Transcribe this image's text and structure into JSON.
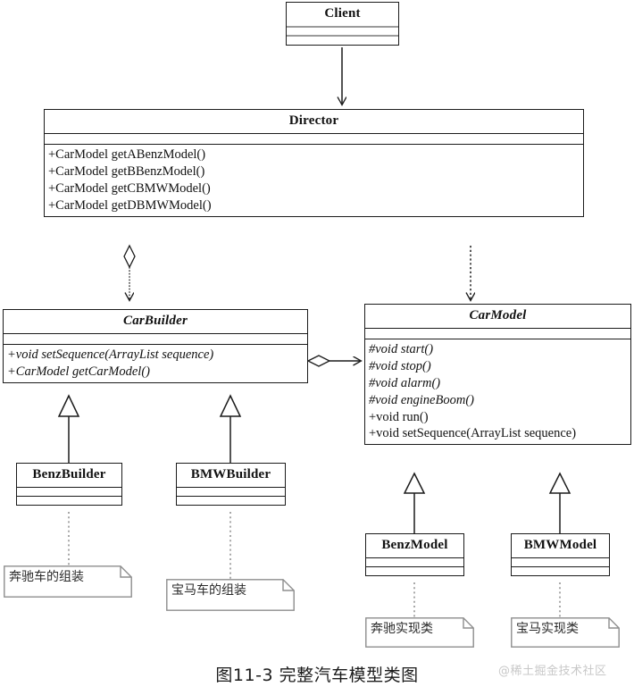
{
  "figure": {
    "caption": "图11-3 完整汽车模型类图",
    "watermark": "@稀土掘金技术社区",
    "diagram_type": "UML class diagram"
  },
  "classes": {
    "client": {
      "name": "Client",
      "stereotype": "concrete",
      "attributes": [],
      "operations": []
    },
    "director": {
      "name": "Director",
      "stereotype": "concrete",
      "attributes": [],
      "operations": [
        "+CarModel getABenzModel()",
        "+CarModel getBBenzModel()",
        "+CarModel getCBMWModel()",
        "+CarModel getDBMWModel()"
      ]
    },
    "carbuilder": {
      "name": "CarBuilder",
      "stereotype": "abstract",
      "attributes": [],
      "operations": [
        "+void setSequence(ArrayList sequence)",
        "+CarModel getCarModel()"
      ]
    },
    "carmodel": {
      "name": "CarModel",
      "stereotype": "abstract",
      "attributes": [],
      "operations": [
        "#void start()",
        "#void stop()",
        "#void alarm()",
        "#void engineBoom()",
        "+void run()",
        "+void setSequence(ArrayList sequence)"
      ]
    },
    "benzbuilder": {
      "name": "BenzBuilder",
      "stereotype": "concrete",
      "attributes": [],
      "operations": []
    },
    "bmwbuilder": {
      "name": "BMWBuilder",
      "stereotype": "concrete",
      "attributes": [],
      "operations": []
    },
    "benzmodel": {
      "name": "BenzModel",
      "stereotype": "concrete",
      "attributes": [],
      "operations": []
    },
    "bmwmodel": {
      "name": "BMWModel",
      "stereotype": "concrete",
      "attributes": [],
      "operations": []
    }
  },
  "notes": {
    "benz_builder_note": "奔驰车的组装",
    "bmw_builder_note": "宝马车的组装",
    "benz_model_note": "奔驰实现类",
    "bmw_model_note": "宝马实现类"
  },
  "relations": [
    {
      "from": "Client",
      "to": "Director",
      "type": "association",
      "line": "solid",
      "head": "open-arrow"
    },
    {
      "from": "Director",
      "to": "CarBuilder",
      "type": "aggregation",
      "line": "dashed",
      "head": "open-arrow",
      "diamond_at": "Director"
    },
    {
      "from": "Director",
      "to": "CarModel",
      "type": "dependency",
      "line": "dotted",
      "head": "open-arrow"
    },
    {
      "from": "CarBuilder",
      "to": "CarModel",
      "type": "aggregation",
      "line": "solid",
      "head": "open-arrow",
      "diamond_at": "CarBuilder"
    },
    {
      "from": "BenzBuilder",
      "to": "CarBuilder",
      "type": "generalization",
      "line": "solid",
      "head": "hollow-triangle"
    },
    {
      "from": "BMWBuilder",
      "to": "CarBuilder",
      "type": "generalization",
      "line": "solid",
      "head": "hollow-triangle"
    },
    {
      "from": "BenzModel",
      "to": "CarModel",
      "type": "generalization",
      "line": "solid",
      "head": "hollow-triangle"
    },
    {
      "from": "BMWModel",
      "to": "CarModel",
      "type": "generalization",
      "line": "solid",
      "head": "hollow-triangle"
    },
    {
      "from": "BenzBuilder",
      "to": "奔驰车的组装",
      "type": "note-anchor",
      "line": "dotted",
      "head": "none"
    },
    {
      "from": "BMWBuilder",
      "to": "宝马车的组装",
      "type": "note-anchor",
      "line": "dotted",
      "head": "none"
    },
    {
      "from": "BenzModel",
      "to": "奔驰实现类",
      "type": "note-anchor",
      "line": "dotted",
      "head": "none"
    },
    {
      "from": "BMWModel",
      "to": "宝马实现类",
      "type": "note-anchor",
      "line": "dotted",
      "head": "none"
    }
  ],
  "colors": {
    "stroke": "#1b1b1b",
    "note_stroke": "#8d8d8d",
    "background": "#ffffff",
    "watermark": "#c8c8c8"
  }
}
